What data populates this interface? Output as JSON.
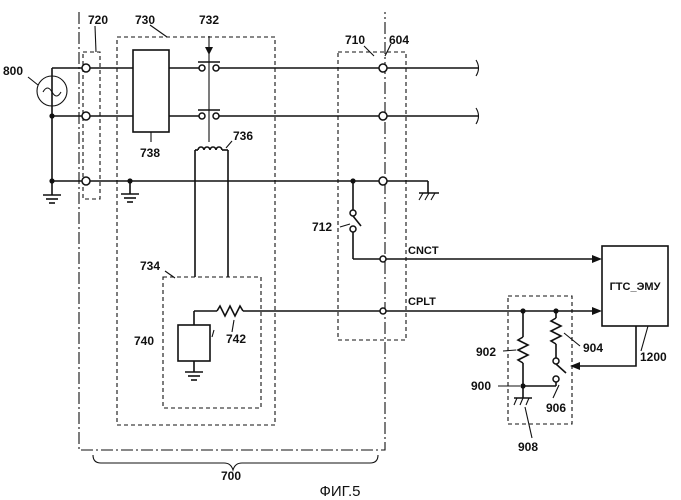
{
  "labels": {
    "source": "800",
    "inlet": "720",
    "cable_unit": "730",
    "relay": "732",
    "coil": "736",
    "cutoff_device": "738",
    "control_circuit": "734",
    "oscillator": "740",
    "resistor": "742",
    "connector": "710",
    "inlet_vehicle": "604",
    "switch": "712",
    "assembly": "700",
    "vehicle_circuit": "900",
    "resistor_902": "902",
    "resistor_904": "904",
    "switch_906": "906",
    "ground_908": "908",
    "ecu_ref": "1200"
  },
  "signals": {
    "cnct": "CNCT",
    "cplt": "CPLT"
  },
  "ecu_label": "ГТС_ЭМУ",
  "caption": "ФИГ.5"
}
